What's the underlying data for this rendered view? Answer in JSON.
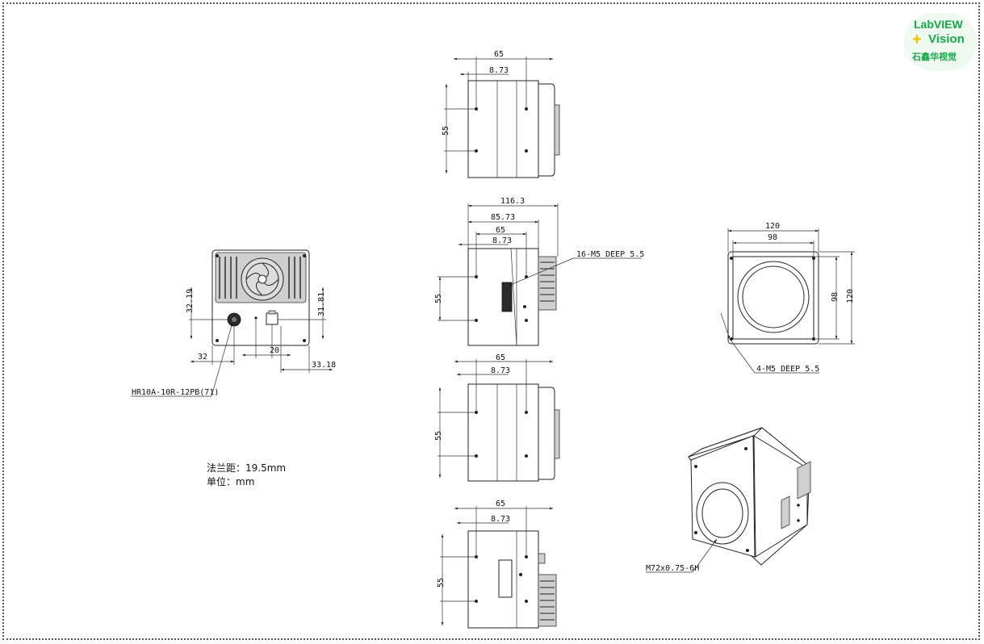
{
  "logo": {
    "line1": "LabVIEW",
    "plus": "+",
    "line2": "Vision",
    "line3": "石鑫华视觉"
  },
  "notes": {
    "flange_distance": "法兰距：19.5mm",
    "unit": "单位：mm"
  },
  "top_view": {
    "width": "65",
    "offset": "8.73",
    "height": "55"
  },
  "side_view_1": {
    "total": "116.3",
    "depth": "85.73",
    "width": "65",
    "offset": "8.73",
    "height": "55",
    "callout": "16-M5 DEEP 5.5"
  },
  "side_view_2": {
    "width": "65",
    "offset": "8.73",
    "height": "55"
  },
  "side_view_3": {
    "width": "65",
    "offset": "8.73",
    "height": "55"
  },
  "rear_view": {
    "height": "32.19",
    "height_right": "31.81",
    "left": "32",
    "middle": "20",
    "right": "33.18",
    "connector": "HR10A-10R-12PB(71)"
  },
  "front_view": {
    "outer_w": "120",
    "inner_w": "98",
    "inner_h": "98",
    "outer_h": "120",
    "callout": "4-M5 DEEP 5.5"
  },
  "iso_view": {
    "thread": "M72x0.75-6H"
  }
}
